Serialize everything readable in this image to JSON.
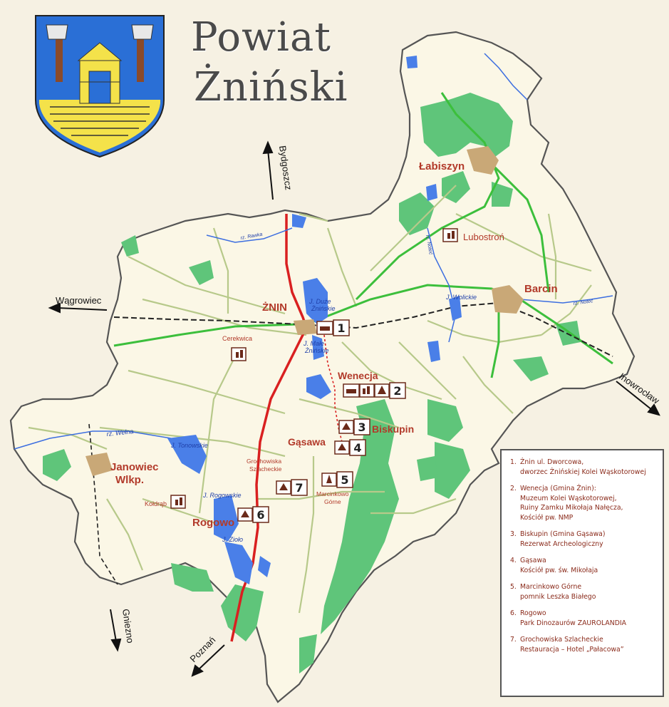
{
  "title": {
    "line1": "Powiat",
    "line2": "Żniński"
  },
  "colors": {
    "background": "#f6f1e3",
    "county": "#fbf7e6",
    "border": "#555555",
    "forest": "#5fc57a",
    "lake": "#4a7fe8",
    "river": "#3c6ee0",
    "town": "#c9a877",
    "road_main": "#d92020",
    "road_green": "#3cbf3c",
    "road_minor": "#b7c98a",
    "label_red": "#b23a2a",
    "label_blue": "#1f3fa8",
    "coat_blue": "#2a6fd6",
    "coat_yellow": "#f4e24a"
  },
  "icons": [
    "coat-of-arms",
    "train-icon",
    "factory-icon",
    "church-icon",
    "castle-icon",
    "ruins-icon",
    "monument-icon",
    "dinosaur-icon",
    "hotel-icon"
  ],
  "towns": [
    {
      "name": "Łabiszyn"
    },
    {
      "name": "Lubostroń"
    },
    {
      "name": "Barcin"
    },
    {
      "name": "ŻNIN"
    },
    {
      "name": "Cerekwica"
    },
    {
      "name": "Wenecja"
    },
    {
      "name": "Biskupin"
    },
    {
      "name": "Gąsawa"
    },
    {
      "name": "Janowiec"
    },
    {
      "name": "Wlkp."
    },
    {
      "name": "Kołdrąb"
    },
    {
      "name": "Rogowo"
    },
    {
      "name": "Grochowiska"
    },
    {
      "name": "Szlacheckie"
    },
    {
      "name": "Marcinkowo"
    },
    {
      "name": "Górne"
    }
  ],
  "lakes": [
    {
      "name": "J. Duże"
    },
    {
      "name": "Żnińskie"
    },
    {
      "name": "J. Małe"
    },
    {
      "name": "Żnińskie"
    },
    {
      "name": "J. Wolickie"
    },
    {
      "name": "J. Tonowskie"
    },
    {
      "name": "J. Rogowskie"
    },
    {
      "name": "J. Zioło"
    }
  ],
  "rivers": [
    {
      "name": "rz. Rawka"
    },
    {
      "name": "rz. Noteć"
    },
    {
      "name": "rz. Noteć"
    },
    {
      "name": "rz. Wełna"
    }
  ],
  "directions": [
    "Bydgoszcz",
    "Wągrowiec",
    "Inowrocław",
    "Gniezno",
    "Poznań"
  ],
  "markers": [
    "1",
    "2",
    "3",
    "4",
    "5",
    "6",
    "7"
  ],
  "legend": [
    {
      "num": "1.",
      "lines": [
        "Żnin ul. Dworcowa,",
        "dworzec Żnińskiej Kolei Wąskotorowej"
      ]
    },
    {
      "num": "2.",
      "lines": [
        "Wenecja (Gmina Żnin):",
        "Muzeum Kolei Wąskotorowej,",
        "Ruiny Zamku Mikołaja Nałęcza,",
        "Kościół pw. NMP"
      ]
    },
    {
      "num": "3.",
      "lines": [
        "Biskupin (Gmina Gąsawa)",
        "Rezerwat Archeologiczny"
      ]
    },
    {
      "num": "4.",
      "lines": [
        "Gąsawa",
        "Kościół pw. św. Mikołaja"
      ]
    },
    {
      "num": "5.",
      "lines": [
        "Marcinkowo Górne",
        "pomnik Leszka Białego"
      ]
    },
    {
      "num": "6.",
      "lines": [
        "Rogowo",
        "Park Dinozaurów ZAUROLANDIA"
      ]
    },
    {
      "num": "7.",
      "lines": [
        "Grochowiska Szlacheckie",
        "Restauracja – Hotel „Pałacowa”"
      ]
    }
  ]
}
